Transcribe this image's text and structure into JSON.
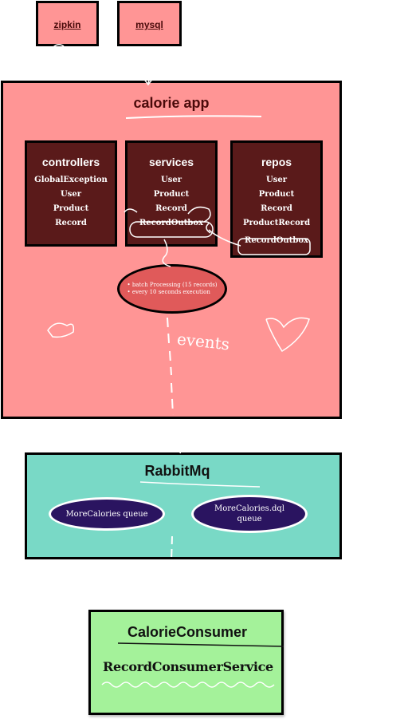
{
  "top_services": {
    "zipkin": "zipkin",
    "mysql": "mysql"
  },
  "calorie_app": {
    "title": "calorie app",
    "controllers": {
      "title": "controllers",
      "items": [
        "GlobalException",
        "User",
        "Product",
        "Record"
      ]
    },
    "services": {
      "title": "services",
      "items": [
        "User",
        "Product",
        "Record",
        "RecordOutbox"
      ]
    },
    "repos": {
      "title": "repos",
      "items": [
        "User",
        "Product",
        "Record",
        "ProductRecord",
        "RecordOutbox"
      ]
    },
    "batch": {
      "line1": "batch Processing (15 records)",
      "line2": "every 10 seconds execution"
    },
    "events_label": "events"
  },
  "rabbitmq": {
    "title": "RabbitMq",
    "queue1": "MoreCalories queue",
    "queue2_line1": "MoreCalories.dql",
    "queue2_line2": "queue"
  },
  "consumer": {
    "title": "CalorieConsumer",
    "service": "RecordConsumerService"
  },
  "colors": {
    "pink": "#ff9595",
    "maroon": "#5a1a1a",
    "teal": "#79d9c6",
    "green": "#a4f29a",
    "navy": "#2a1460",
    "batch_red": "#e05a5a"
  }
}
